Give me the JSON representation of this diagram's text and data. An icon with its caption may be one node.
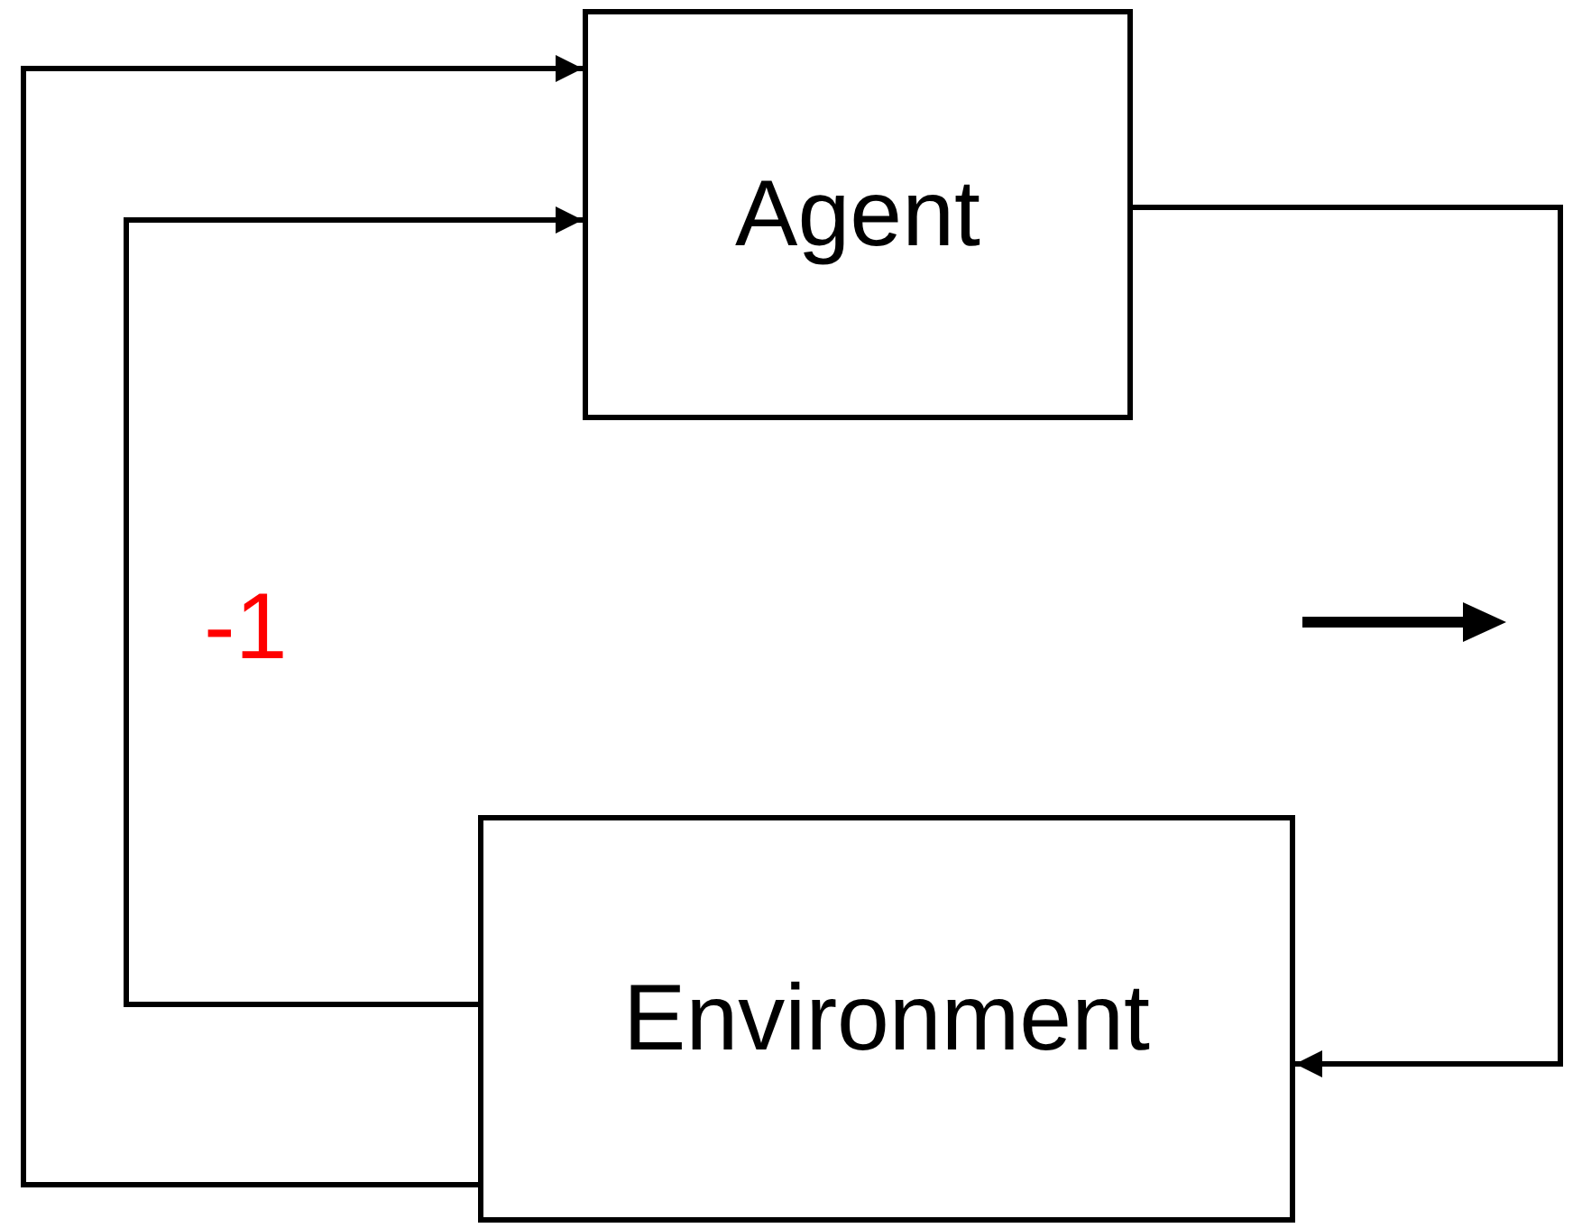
{
  "diagram": {
    "nodes": [
      {
        "text": [
          "Agent"
        ]
      },
      {
        "text": [
          "Environment"
        ]
      }
    ],
    "edges": [
      {
        "from": 0,
        "to": 1,
        "arrow": "to"
      },
      {
        "from": 1,
        "to": 0,
        "arrow": "to"
      },
      {
        "from": 1,
        "to": 0,
        "arrow": "to"
      }
    ],
    "labels": [
      "-1"
    ]
  }
}
